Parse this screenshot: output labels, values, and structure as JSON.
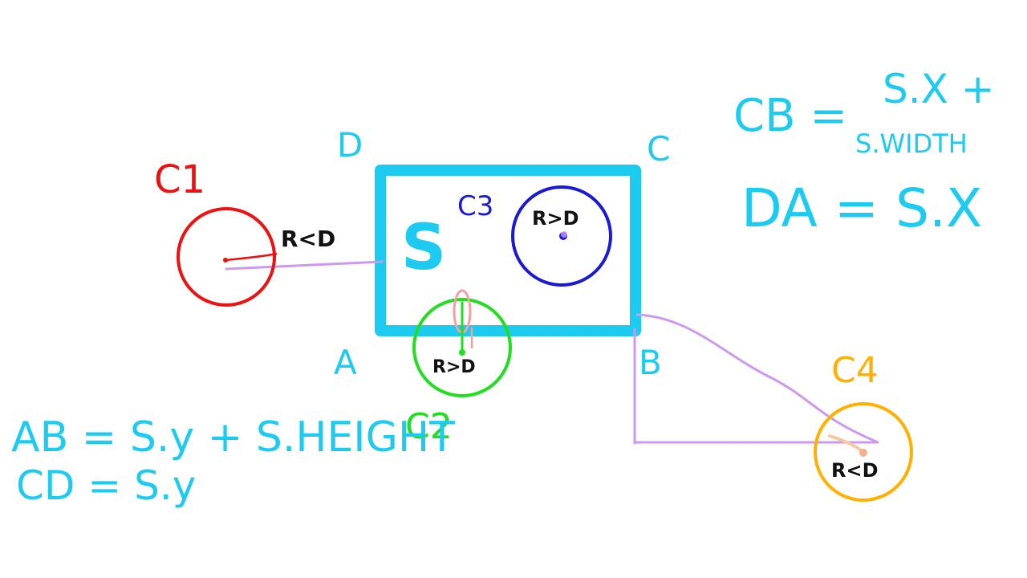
{
  "labels": {
    "c1": "C1",
    "c2": "C2",
    "c3": "C3",
    "c4": "C4",
    "s": "S",
    "corner_d": "D",
    "corner_c": "C",
    "corner_a": "A",
    "corner_b": "B",
    "c1_cond": "R<D",
    "c2_cond": "R>D",
    "c3_cond": "R>D",
    "c4_cond": "R<D"
  },
  "formulas": {
    "cb_lhs": "CB =",
    "cb_rhs_top": "S.X +",
    "cb_rhs_bottom": "S.WIDTH",
    "da": "DA = S.X",
    "ab": "AB = S.y + S.HEIGHT",
    "cd": "CD = S.y"
  },
  "colors": {
    "cyan": "#1ecbf0",
    "red": "#ee1111",
    "green": "#22dd22",
    "blue": "#1a1ad6",
    "orange": "#ffb000",
    "lavender": "#cc99ee",
    "black": "#111111",
    "pink": "#f5a0a0"
  }
}
